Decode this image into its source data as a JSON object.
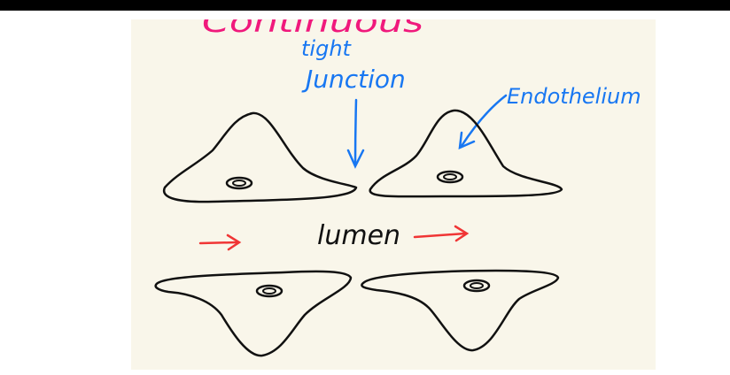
{
  "colors": {
    "ink": "#111111",
    "blue": "#1877f2",
    "red": "#f03535",
    "magenta": "#f0197c",
    "paper": "#f9f6ea"
  },
  "labels": {
    "heading_partial": "Continuous",
    "tight": "tight",
    "junction": "Junction",
    "endothelium": "Endothelium",
    "lumen": "lumen"
  }
}
